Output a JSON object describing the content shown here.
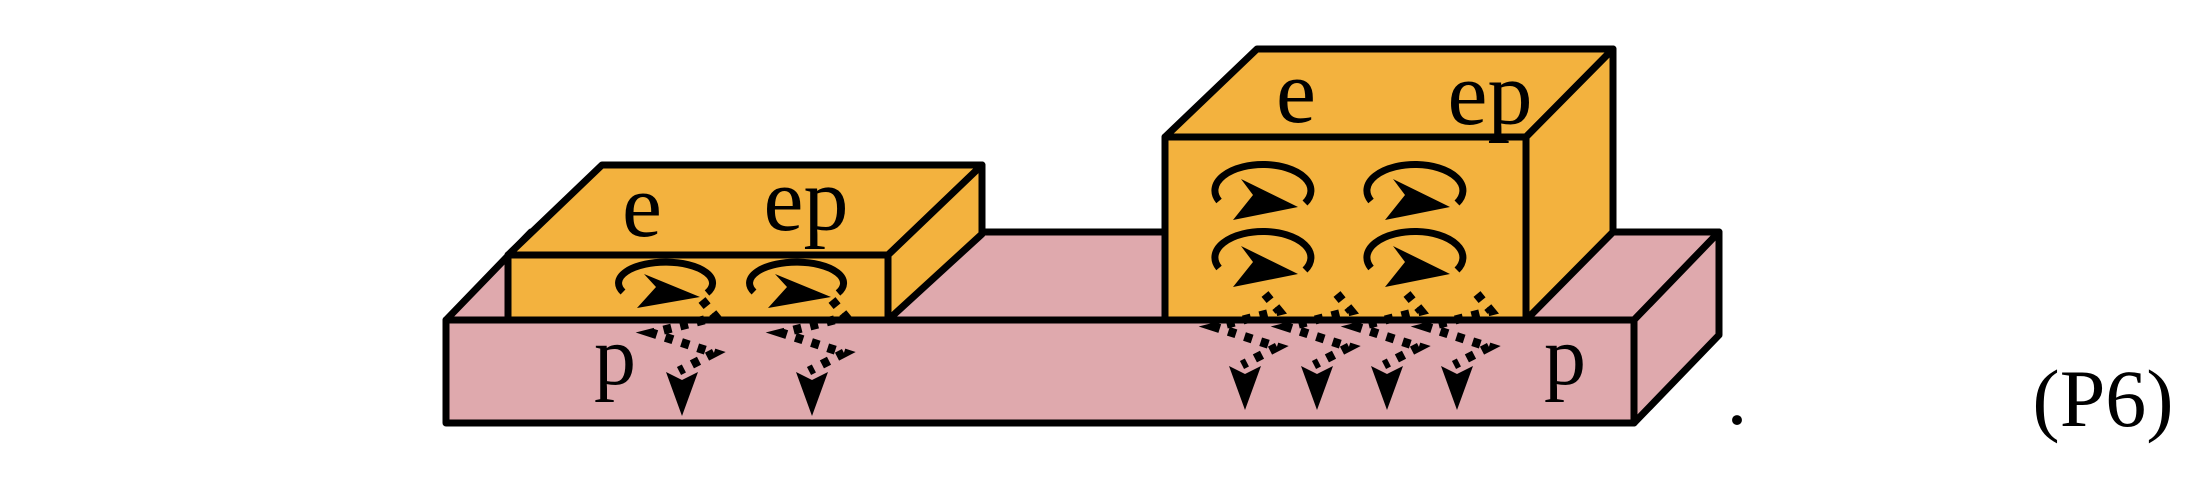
{
  "labels": {
    "box_left_e": "e",
    "box_left_ep": "ep",
    "box_right_e": "e",
    "box_right_ep": "ep",
    "slab_p_left": "p",
    "slab_p_right": "p",
    "period": ".",
    "equation_tag": "(P6)"
  },
  "structure": {
    "left_box_eddies": 2,
    "right_box_eddies": 4,
    "left_downward_arrows": 2,
    "right_downward_arrows": 4
  },
  "colors": {
    "box_fill": "#F3B23E",
    "slab_fill": "#DFA9AD",
    "label_red": "#AC271A",
    "stroke": "#000000",
    "background": "#FFFFFF"
  }
}
